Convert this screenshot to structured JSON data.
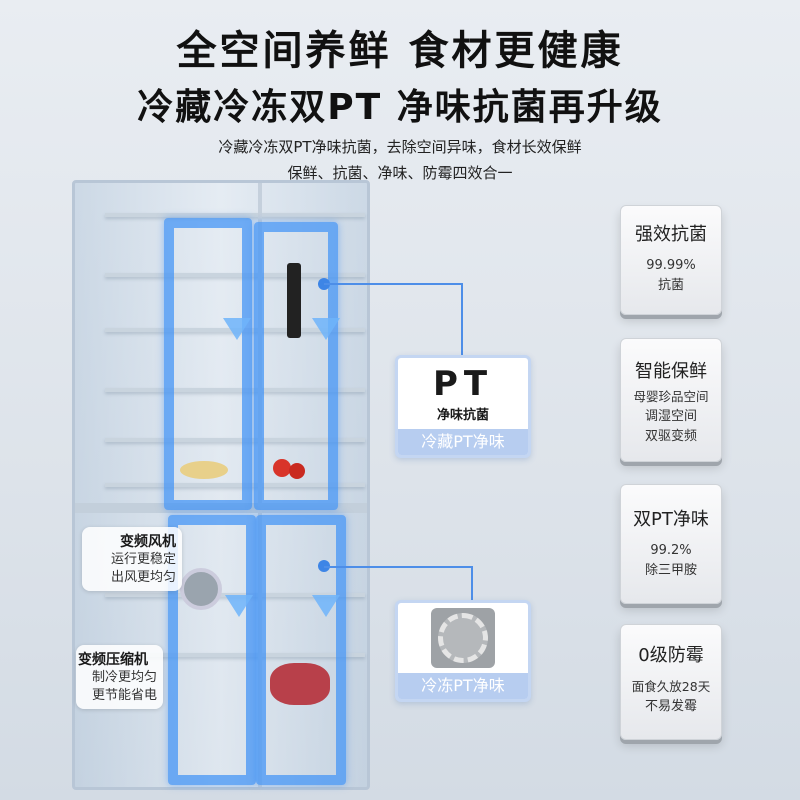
{
  "headline": "全空间养鲜 食材更健康",
  "subheadline": "冷藏冷冻双PT 净味抗菌再升级",
  "description": [
    "冷藏冷冻双PT净味抗菌，去除空间异味，食材长效保鲜",
    "保鲜、抗菌、净味、防霉四效合一"
  ],
  "fridge_callouts": {
    "fan": {
      "title": "变频风机",
      "lines": [
        "运行更稳定",
        "出风更均匀"
      ]
    },
    "compressor": {
      "title": "变频压缩机",
      "lines": [
        "制冷更均匀",
        "更节能省电"
      ]
    }
  },
  "pt_modules": {
    "fridge": {
      "logo": "PT",
      "logo_sub": "净味抗菌",
      "label": "冷藏PT净味"
    },
    "freezer": {
      "label": "冷冻PT净味"
    }
  },
  "feature_cards": [
    {
      "title": "强效抗菌",
      "lines": [
        "99.99%",
        "抗菌"
      ]
    },
    {
      "title": "智能保鲜",
      "lines": [
        "母婴珍品空间",
        "调湿空间",
        "双驱变频"
      ]
    },
    {
      "title": "双PT净味",
      "lines": [
        "99.2%",
        "除三甲胺"
      ]
    },
    {
      "title": "0级防霉",
      "lines": [
        "面食久放28天",
        "不易发霉"
      ]
    }
  ],
  "colors": {
    "accent_blue": "#4696f5",
    "band_blue": "#b7cdf0"
  }
}
